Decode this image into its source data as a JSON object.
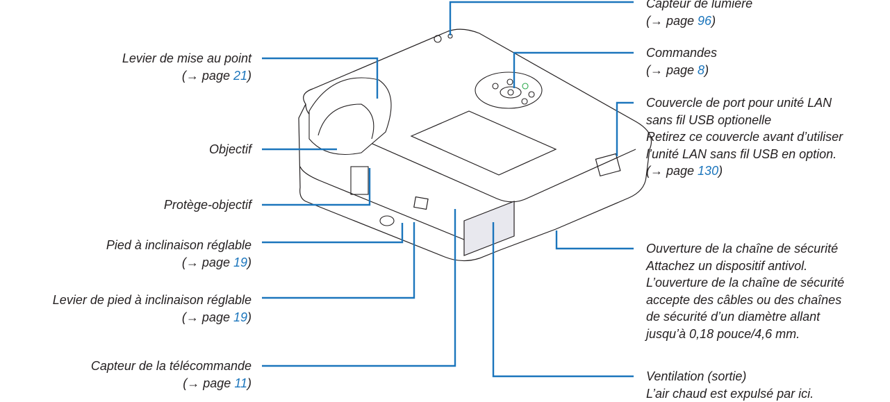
{
  "page_ref": {
    "prefix": "(→ page ",
    "suffix": ")"
  },
  "colors": {
    "leader": "#1b75bc",
    "page_link": "#1b75bc",
    "text": "#231f20"
  },
  "labels": {
    "light_sensor": {
      "lines": [
        "Capteur de lumière"
      ],
      "page": "96"
    },
    "controls": {
      "lines": [
        "Commandes"
      ],
      "page": "8"
    },
    "lan_cover": {
      "lines": [
        "Couvercle de port pour unité LAN",
        "sans fil USB optionelle",
        "Retirez ce couvercle avant d’utiliser",
        "l’unité LAN sans fil USB en option."
      ],
      "page": "130"
    },
    "security_slot": {
      "lines": [
        "Ouverture de la chaîne de sécurité",
        "Attachez un dispositif antivol.",
        "L’ouverture de la chaîne de sécurité",
        "accepte des câbles ou des chaînes",
        "de sécurité d’un diamètre allant",
        "jusqu’à 0,18 pouce/4,6 mm."
      ]
    },
    "ventilation": {
      "lines": [
        "Ventilation (sortie)",
        "L’air chaud est expulsé par ici."
      ]
    },
    "focus_lever": {
      "lines": [
        "Levier de mise au point"
      ],
      "page": "21"
    },
    "lens": {
      "lines": [
        "Objectif"
      ]
    },
    "lens_cap": {
      "lines": [
        "Protège-objectif"
      ]
    },
    "tilt_foot": {
      "lines": [
        "Pied à inclinaison réglable"
      ],
      "page": "19"
    },
    "tilt_foot_lever": {
      "lines": [
        "Levier de pied à inclinaison réglable"
      ],
      "page": "19"
    },
    "remote_sensor": {
      "lines": [
        "Capteur de la télécommande"
      ],
      "page": "11"
    }
  }
}
